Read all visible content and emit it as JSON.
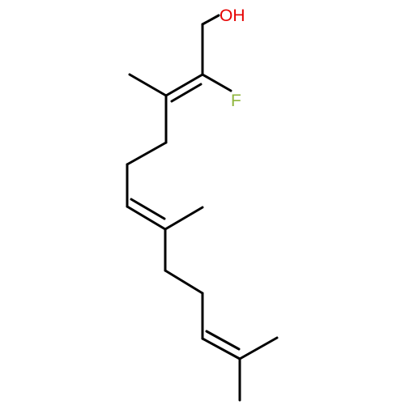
{
  "molecule": {
    "atoms": [
      {
        "id": "oh",
        "element": "O",
        "label": "OH",
        "color": "#e60000"
      },
      {
        "id": "f",
        "element": "F",
        "label": "F",
        "color": "#8fb53d"
      }
    ],
    "bond_color": "#000000"
  }
}
